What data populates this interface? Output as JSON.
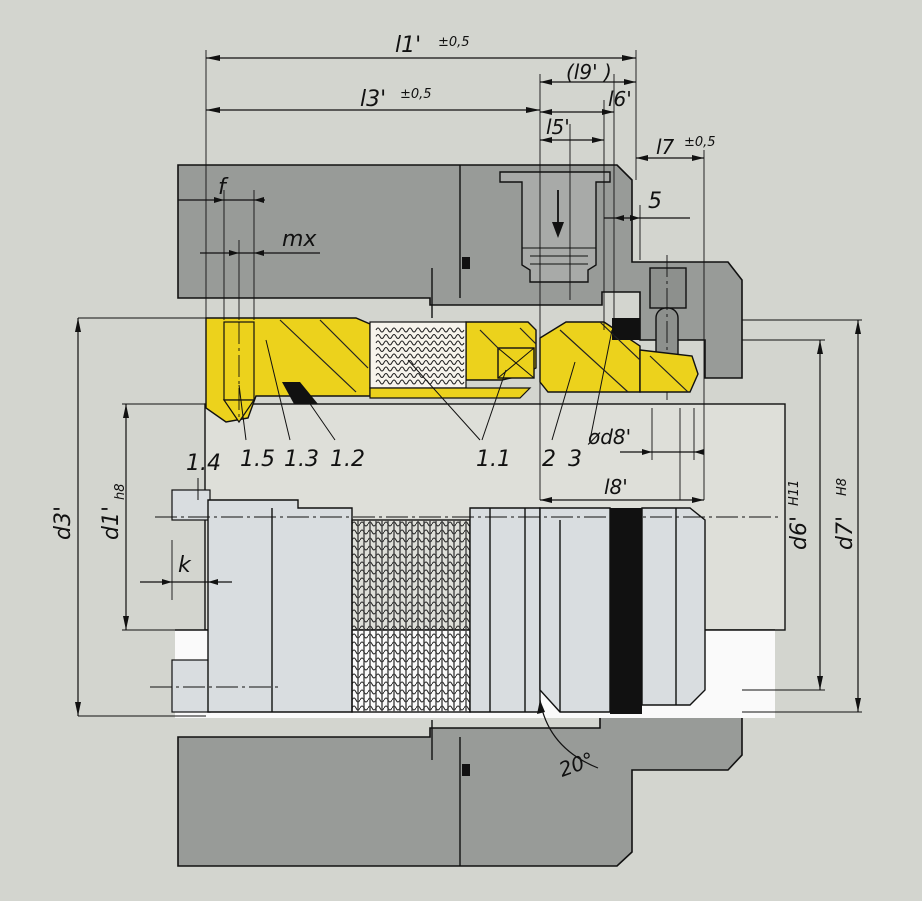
{
  "drawing": {
    "colors": {
      "background": "#d3d5cf",
      "housing": "#989b98",
      "seal_parts": "#ecd21c",
      "shaft": "#dedfd9",
      "sleeve": "#d9dde0",
      "outline": "#111111"
    },
    "dimensions": {
      "l1": "l1'",
      "l1_tol": "±0,5",
      "l9": "(l9' )",
      "l3": "l3'",
      "l3_tol": "±0,5",
      "l6": "l6'",
      "l5": "l5'",
      "l7": "l7",
      "l7_tol": "±0,5",
      "five": "5",
      "f": "f",
      "mx": "mx",
      "d8": "ød8'",
      "l8": "l8'",
      "d3": "d3'",
      "d1": "d1'",
      "d1_tol": "h8",
      "d6": "d6'",
      "d6_tol": "H11",
      "d7": "d7'",
      "d7_tol": "H8",
      "k": "k",
      "angle": "20°"
    },
    "parts": {
      "p11": "1.1",
      "p12": "1.2",
      "p13": "1.3",
      "p14": "1.4",
      "p15": "1.5",
      "p2": "2",
      "p3": "3"
    }
  }
}
